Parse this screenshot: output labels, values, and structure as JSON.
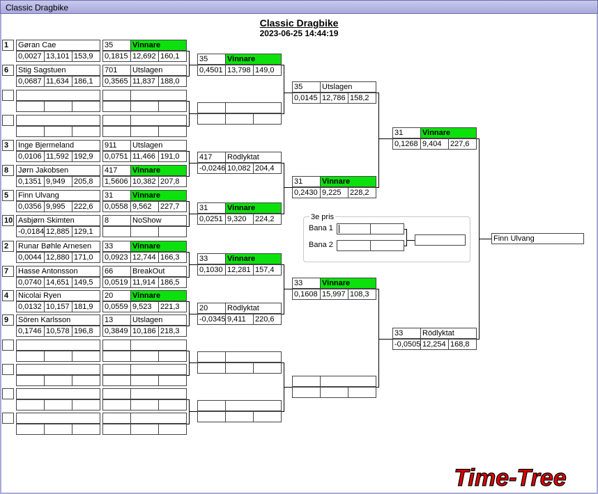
{
  "window": {
    "title": "Classic Dragbike"
  },
  "header": {
    "title": "Classic Dragbike",
    "datetime": "2023-06-25 14:44:19"
  },
  "third_place": {
    "title": "3e pris",
    "lane1": "Bana 1",
    "lane2": "Bana 2"
  },
  "winner": "Finn Ulvang",
  "logo": "Time-Tree",
  "seeds": [
    [
      "1",
      "6",
      "",
      "",
      "3",
      "8",
      "5",
      "10",
      "2",
      "7",
      "4",
      "9",
      "",
      "",
      "",
      ""
    ]
  ],
  "round1": [
    {
      "name": "Gøran Cae",
      "r": "0,0027",
      "et": "13,101",
      "spd": "153,9"
    },
    {
      "name": "Stig Sagstuen",
      "r": "0,0687",
      "et": "11,634",
      "spd": "186,1"
    },
    {
      "name": "",
      "r": "",
      "et": "",
      "spd": ""
    },
    {
      "name": "",
      "r": "",
      "et": "",
      "spd": ""
    },
    {
      "name": "Inge Bjermeland",
      "r": "0,0106",
      "et": "11,592",
      "spd": "192,9"
    },
    {
      "name": "Jørn Jakobsen",
      "r": "0,1351",
      "et": "9,949",
      "spd": "205,8"
    },
    {
      "name": "Finn Ulvang",
      "r": "0,0356",
      "et": "9,995",
      "spd": "222,6"
    },
    {
      "name": "Asbjørn Skimten",
      "r": "-0,0184",
      "et": "12,885",
      "spd": "129,1"
    },
    {
      "name": "Runar Bøhle Arnesen",
      "r": "0,0044",
      "et": "12,880",
      "spd": "171,0"
    },
    {
      "name": "Hasse Antonsson",
      "r": "0,0740",
      "et": "14,651",
      "spd": "149,5"
    },
    {
      "name": "Nicolai Ryen",
      "r": "0,0132",
      "et": "10,157",
      "spd": "181,9"
    },
    {
      "name": "Sören Karlsson",
      "r": "0,1746",
      "et": "10,578",
      "spd": "196,8"
    },
    {
      "name": "",
      "r": "",
      "et": "",
      "spd": ""
    },
    {
      "name": "",
      "r": "",
      "et": "",
      "spd": ""
    },
    {
      "name": "",
      "r": "",
      "et": "",
      "spd": ""
    },
    {
      "name": "",
      "r": "",
      "et": "",
      "spd": ""
    }
  ],
  "round2": [
    {
      "num": "35",
      "status": "Vinnare",
      "win": true,
      "r": "0,1815",
      "et": "12,692",
      "spd": "160,1"
    },
    {
      "num": "701",
      "status": "Utslagen",
      "win": false,
      "r": "0,3565",
      "et": "11,837",
      "spd": "188,0"
    },
    {
      "num": "",
      "status": "",
      "win": false,
      "r": "",
      "et": "",
      "spd": ""
    },
    {
      "num": "",
      "status": "",
      "win": false,
      "r": "",
      "et": "",
      "spd": ""
    },
    {
      "num": "911",
      "status": "Utslagen",
      "win": false,
      "r": "0,0751",
      "et": "11,466",
      "spd": "191,0"
    },
    {
      "num": "417",
      "status": "Vinnare",
      "win": true,
      "r": "1,5606",
      "et": "10,382",
      "spd": "207,8"
    },
    {
      "num": "31",
      "status": "Vinnare",
      "win": true,
      "r": "0,0558",
      "et": "9,562",
      "spd": "227,7"
    },
    {
      "num": "8",
      "status": "NoShow",
      "win": false,
      "r": "",
      "et": "",
      "spd": ""
    },
    {
      "num": "33",
      "status": "Vinnare",
      "win": true,
      "r": "0,0923",
      "et": "12,744",
      "spd": "166,3"
    },
    {
      "num": "66",
      "status": "BreakOut",
      "win": false,
      "r": "0,0519",
      "et": "11,914",
      "spd": "186,5"
    },
    {
      "num": "20",
      "status": "Vinnare",
      "win": true,
      "r": "0,0559",
      "et": "9,523",
      "spd": "221,3"
    },
    {
      "num": "13",
      "status": "Utslagen",
      "win": false,
      "r": "0,3849",
      "et": "10,186",
      "spd": "218,3"
    },
    {
      "num": "",
      "status": "",
      "win": false,
      "r": "",
      "et": "",
      "spd": ""
    },
    {
      "num": "",
      "status": "",
      "win": false,
      "r": "",
      "et": "",
      "spd": ""
    },
    {
      "num": "",
      "status": "",
      "win": false,
      "r": "",
      "et": "",
      "spd": ""
    },
    {
      "num": "",
      "status": "",
      "win": false,
      "r": "",
      "et": "",
      "spd": ""
    }
  ],
  "round3": [
    {
      "num": "35",
      "status": "Vinnare",
      "win": true,
      "r": "0,4501",
      "et": "13,798",
      "spd": "149,0"
    },
    {
      "num": "",
      "status": "",
      "win": false,
      "r": "",
      "et": "",
      "spd": ""
    },
    {
      "num": "417",
      "status": "Rödlyktat",
      "win": false,
      "r": "-0,0246",
      "et": "10,082",
      "spd": "204,4"
    },
    {
      "num": "31",
      "status": "Vinnare",
      "win": true,
      "r": "0,0251",
      "et": "9,320",
      "spd": "224,2"
    },
    {
      "num": "33",
      "status": "Vinnare",
      "win": true,
      "r": "0,1030",
      "et": "12,281",
      "spd": "157,4"
    },
    {
      "num": "20",
      "status": "Rödlyktat",
      "win": false,
      "r": "-0,0345",
      "et": "9,411",
      "spd": "220,6"
    },
    {
      "num": "",
      "status": "",
      "win": false,
      "r": "",
      "et": "",
      "spd": ""
    },
    {
      "num": "",
      "status": "",
      "win": false,
      "r": "",
      "et": "",
      "spd": ""
    }
  ],
  "round4": [
    {
      "num": "35",
      "status": "Utslagen",
      "win": false,
      "r": "0,0145",
      "et": "12,786",
      "spd": "158,2"
    },
    {
      "num": "31",
      "status": "Vinnare",
      "win": true,
      "r": "0,2430",
      "et": "9,225",
      "spd": "228,2"
    },
    {
      "num": "33",
      "status": "Vinnare",
      "win": true,
      "r": "0,1608",
      "et": "15,997",
      "spd": "108,3"
    },
    {
      "num": "",
      "status": "",
      "win": false,
      "r": "",
      "et": "",
      "spd": ""
    }
  ],
  "round5": [
    {
      "num": "31",
      "status": "Vinnare",
      "win": true,
      "r": "0,1268",
      "et": "9,404",
      "spd": "227,6"
    },
    {
      "num": "33",
      "status": "Rödlyktat",
      "win": false,
      "r": "-0,0505",
      "et": "12,254",
      "spd": "168,8"
    }
  ],
  "colors": {
    "winner_green": "#0de10d",
    "logo_red": "#e00000",
    "titlebar": "#b4b4e4"
  }
}
